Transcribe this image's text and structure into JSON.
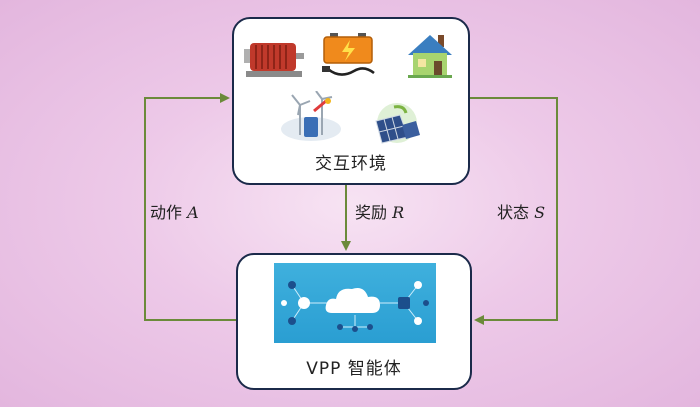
{
  "environment": {
    "label": "交互环境"
  },
  "agent": {
    "label": "VPP 智能体"
  },
  "edges": {
    "action": {
      "text": "动作 ",
      "symbol": "A"
    },
    "reward": {
      "text": "奖励 ",
      "symbol": "R"
    },
    "state": {
      "text": "状态 ",
      "symbol": "S"
    }
  },
  "icons": [
    "motor-icon",
    "battery-charger-icon",
    "house-icon",
    "wind-turbine-icon",
    "solar-panel-icon",
    "cloud-network-icon"
  ],
  "colors": {
    "arrow": "#6b8a3a",
    "box_border": "#1b2a4a",
    "cloud_panel": "#2ea3d5"
  }
}
